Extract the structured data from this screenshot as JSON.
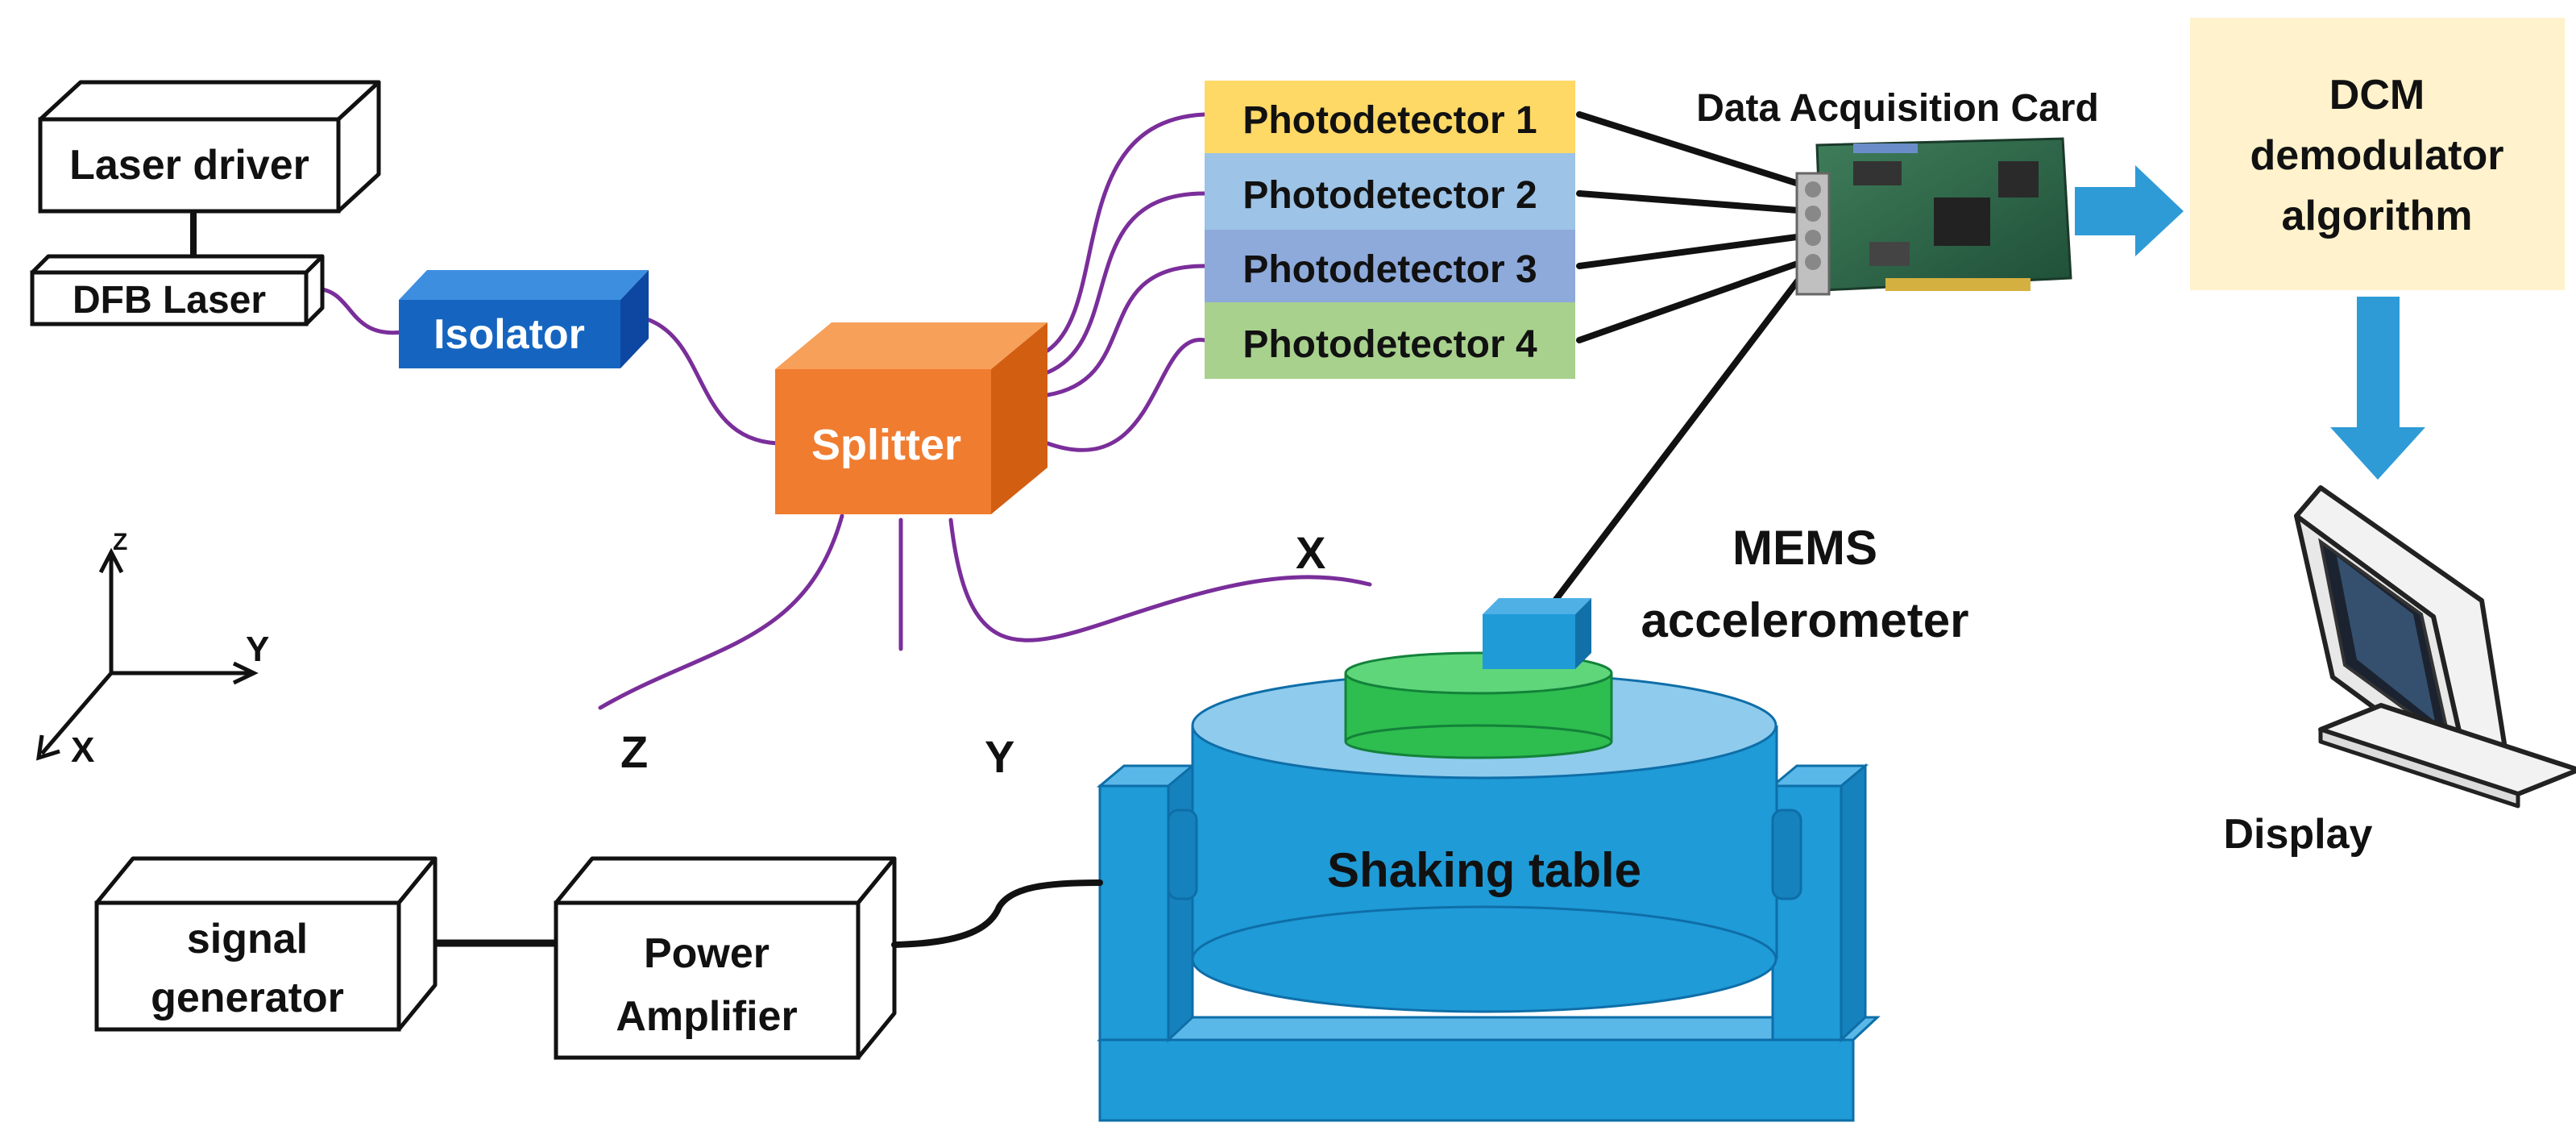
{
  "source": {
    "laser_driver": "Laser driver",
    "dfb_laser": "DFB Laser",
    "isolator": "Isolator",
    "splitter": "Splitter"
  },
  "photodetectors": [
    {
      "label": "Photodetector 1",
      "color": "#ffd966"
    },
    {
      "label": "Photodetector 2",
      "color": "#9dc3e6"
    },
    {
      "label": "Photodetector 3",
      "color": "#8eaadb"
    },
    {
      "label": "Photodetector 4",
      "color": "#a9d18e"
    }
  ],
  "acquisition": {
    "daq_label": "Data Acquisition Card",
    "dcm_line1": "DCM",
    "dcm_line2": "demodulator",
    "dcm_line3": "algorithm",
    "dcm_color": "#fff2cc",
    "display_label": "Display"
  },
  "sensors": {
    "z_label": "Z",
    "y_label": "Y",
    "x_label": "X",
    "mems_line1": "MEMS",
    "mems_line2": "accelerometer"
  },
  "axes": {
    "z": "Z",
    "y": "Y",
    "x": "X"
  },
  "excitation": {
    "signal_line1": "signal",
    "signal_line2": "generator",
    "amp_line1": "Power",
    "amp_line2": "Amplifier",
    "shaking_table": "Shaking table"
  },
  "colors": {
    "fiber": "#7a2e9a",
    "blue_device": "#1f9bd7",
    "splitter": "#f07c30",
    "isolator": "#1565c0",
    "arrow": "#2e9bd6"
  }
}
